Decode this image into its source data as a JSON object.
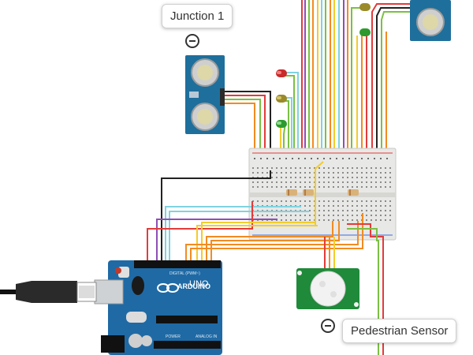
{
  "annotations": {
    "junction_label": "Junction 1",
    "pedestrian_label": "Pedestrian Sensor"
  },
  "arduino": {
    "brand": "ARDUINO",
    "model": "UNO",
    "digital_label": "DIGITAL (PWM~)",
    "power_label": "POWER",
    "analog_label": "ANALOG IN"
  },
  "colors": {
    "breadboard": "#e8e8e6",
    "arduino_board": "#1f6aa5",
    "sensor_board": "#1e6f9c",
    "pir_board": "#1f8a3a",
    "wire_orange": "#f28b22",
    "wire_yellow": "#f2cc2c",
    "wire_green": "#7bc043",
    "wire_red": "#e33b3b",
    "wire_purple": "#8e4fb5",
    "wire_cyan": "#7fd3e0",
    "wire_black": "#222222"
  },
  "icons": [
    "minus-circle-icon",
    "led-red-icon",
    "led-yellow-icon",
    "led-green-icon",
    "usb-plug-icon"
  ]
}
